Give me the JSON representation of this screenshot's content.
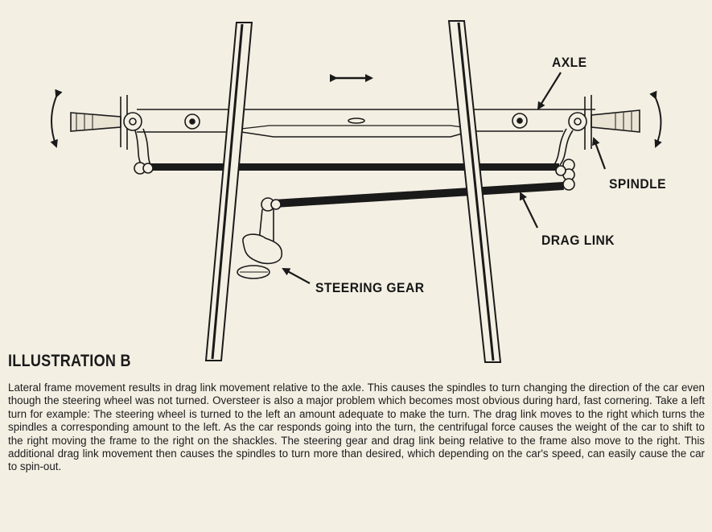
{
  "labels": {
    "axle": "AXLE",
    "spindle": "SPINDLE",
    "drag_link": "DRAG LINK",
    "steering_gear": "STEERING GEAR"
  },
  "title": "ILLUSTRATION B",
  "body": "Lateral frame movement results in drag link movement relative to the axle. This causes the spindles to turn changing the direction of the car even though the steering wheel was not turned. Oversteer is also a major problem which becomes most obvious during hard, fast cornering. Take a left turn for example: The steering wheel is turned to the left an amount adequate to make the turn. The drag link moves to the right which turns the spindles a corresponding amount to the left. As the car responds going into the turn, the centrifugal force causes the weight of the car to shift to the right moving the frame to the right on the shackles. The steering gear and drag link being relative to the frame also move to the right. This additional drag link movement then causes the spindles to turn more than desired, which depending on the car's speed, can easily cause the car to spin-out.",
  "colors": {
    "paper": "#f4efe3",
    "ink": "#1a1a1a"
  }
}
